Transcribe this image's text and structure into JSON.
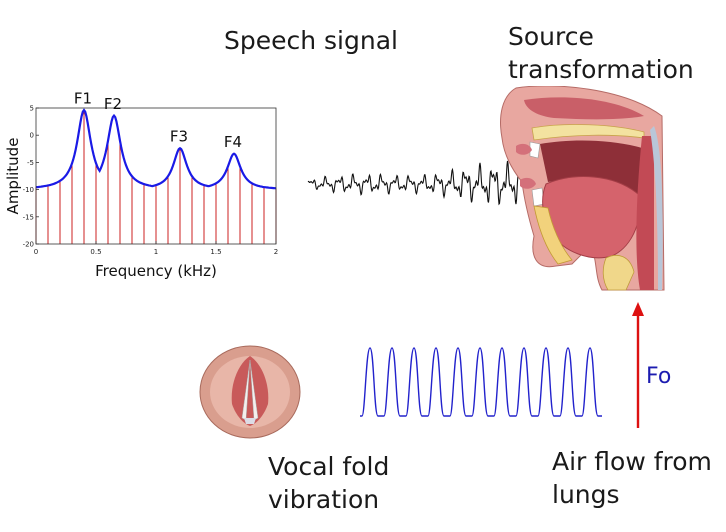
{
  "labels": {
    "speech_signal": "Speech signal",
    "source_line1": "Source",
    "source_line2": "transformation",
    "vocal_line1": "Vocal fold",
    "vocal_line2": "vibration",
    "air_line1": "Air flow from",
    "air_line2": "lungs",
    "f0": "Fo"
  },
  "chart_data": {
    "type": "line",
    "xlabel": "Frequency (kHz)",
    "ylabel": "Amplitude",
    "xlim": [
      0,
      2
    ],
    "ylim": [
      -20,
      5
    ],
    "x_ticks": [
      "0",
      "0.5",
      "1",
      "1.5",
      "2"
    ],
    "y_ticks": [
      "5",
      "0",
      "-5",
      "-10",
      "-15",
      "-20"
    ],
    "grid": false,
    "formants": [
      {
        "name": "F1",
        "x": 0.4,
        "y": 4
      },
      {
        "name": "F2",
        "x": 0.65,
        "y": 3
      },
      {
        "name": "F3",
        "x": 1.2,
        "y": -3
      },
      {
        "name": "F4",
        "x": 1.65,
        "y": -4
      }
    ],
    "harmonic_spacing": 0.1,
    "envelope_floor": -10,
    "colors": {
      "envelope": "#1a1ae6",
      "harmonics": "#cc2222"
    }
  },
  "colors": {
    "arrow": "#dd1111",
    "glottal_wave": "#2222cc",
    "speech_wave": "#111111"
  }
}
